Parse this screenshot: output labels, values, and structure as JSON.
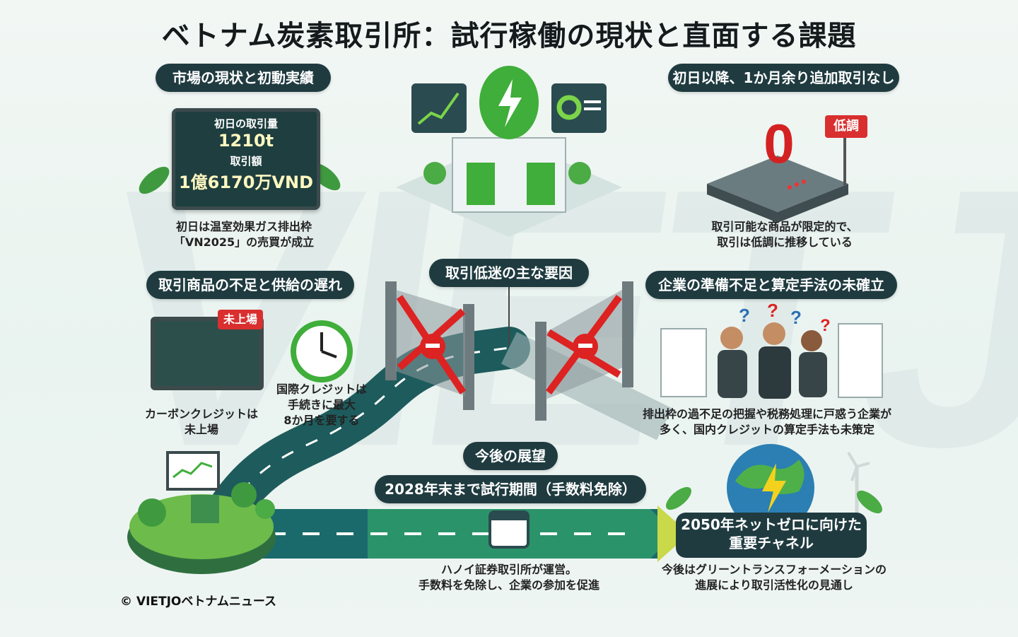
{
  "title": "ベトナム炭素取引所：試行稼働の現状と直面する課題",
  "watermark": "VIETJO",
  "sections": {
    "market": {
      "heading": "市場の現状と初動実績",
      "first_day_volume_label": "初日の取引量",
      "first_day_volume_value": "1210t",
      "trade_amount_label": "取引額",
      "trade_amount_value": "1億6170万VND",
      "caption_line1": "初日は温室効果ガス排出枠",
      "caption_line2": "「VN2025」の売買が成立"
    },
    "no_trades": {
      "heading": "初日以降、1か月余り追加取引なし",
      "zero": "0",
      "badge": "低調",
      "caption_line1": "取引可能な商品が限定的で、",
      "caption_line2": "取引は低調に推移している"
    },
    "causes": {
      "heading": "取引低迷の主な要因"
    },
    "shortage": {
      "heading": "取引商品の不足と供給の遅れ",
      "badge": "未上場",
      "caption_left_line1": "カーボンクレジットは",
      "caption_left_line2": "未上場",
      "caption_right_line1": "国際クレジットは",
      "caption_right_line2": "手続きに最大",
      "caption_right_line3": "8か月を要する"
    },
    "preparation": {
      "heading": "企業の準備不足と算定手法の未確立",
      "caption_line1": "排出枠の過不足の把握や税務処理に戸惑う企業が",
      "caption_line2": "多く、国内クレジットの算定手法も未策定"
    },
    "outlook": {
      "heading": "今後の展望",
      "trial": "2028年末まで試行期間（手数料免除）",
      "caption_line1": "ハノイ証券取引所が運営。",
      "caption_line2": "手数料を免除し、企業の参加を促進",
      "goal_line1": "2050年ネットゼロに向けた",
      "goal_line2": "重要チャネル",
      "goal_caption_line1": "今後はグリーントランスフォーメーションの",
      "goal_caption_line2": "進展により取引活性化の見通し"
    }
  },
  "copyright": "© VIETJOベトナムニュース",
  "colors": {
    "pill": "#1f3b40",
    "accent_green": "#3fae3a",
    "road": "#1f5a5a",
    "alert_red": "#d92f2f"
  },
  "icons": [
    "chart-up-icon",
    "leaf-bolt-icon",
    "donut-chart-icon",
    "building-icon",
    "lock-icon",
    "clock-icon",
    "gate-icon",
    "question-icon",
    "document-stack-icon",
    "calendar-icon",
    "earth-bolt-icon",
    "wind-turbine-icon",
    "billboard-icon"
  ]
}
